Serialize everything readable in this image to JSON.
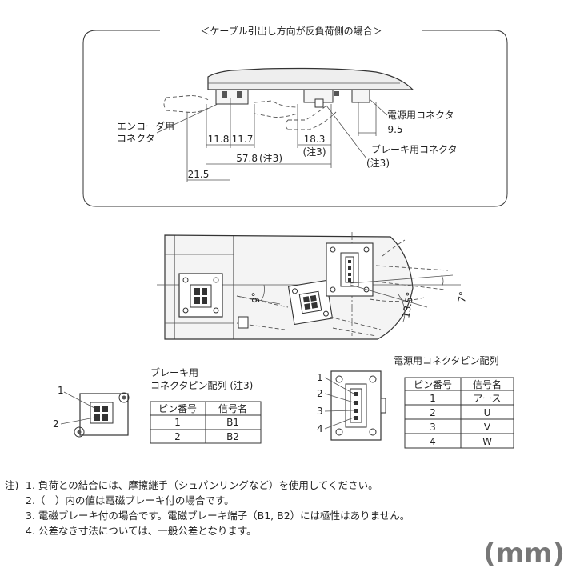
{
  "top_view": {
    "title": "＜ケーブル引出し方向が反負荷側の場合＞",
    "encoder_connector_label": [
      "エンコーダ用",
      "コネクタ"
    ],
    "power_connector_label": "電源用コネクタ",
    "brake_connector_label": "ブレーキ用コネクタ",
    "brake_note": "(注3)",
    "dim_11_8": "11.8",
    "dim_11_7": "11.7",
    "dim_18_3": "18.3",
    "dim_9_5": "9.5",
    "dim_57_8": "57.8",
    "dim_57_8_note": "(注3)",
    "dim_18_3_note": "(注3)",
    "dim_21_5": "21.5"
  },
  "front_view": {
    "angle_9": "9°",
    "angle_7": "7°",
    "dim_13_5": "13.5°"
  },
  "brake_pinout": {
    "title": [
      "ブレーキ用",
      "コネクタピン配列 (注3)"
    ],
    "callouts": [
      "1",
      "2"
    ],
    "headers": [
      "ピン番号",
      "信号名"
    ],
    "rows": [
      [
        "1",
        "B1"
      ],
      [
        "2",
        "B2"
      ]
    ]
  },
  "power_pinout": {
    "title": "電源用コネクタピン配列",
    "callouts": [
      "1",
      "2",
      "3",
      "4"
    ],
    "headers": [
      "ピン番号",
      "信号名"
    ],
    "rows": [
      [
        "1",
        "アース"
      ],
      [
        "2",
        "U"
      ],
      [
        "3",
        "V"
      ],
      [
        "4",
        "W"
      ]
    ]
  },
  "notes": {
    "prefix": "注)",
    "items": [
      "1. 負荷との結合には、摩擦継手（シュパンリングなど）を使用してください。",
      "2.（　）内の値は電磁ブレーキ付の場合です。",
      "3. 電磁ブレーキ付の場合です。電磁ブレーキ端子（B1, B2）には極性はありません。",
      "4. 公差なき寸法については、一般公差となります。"
    ]
  },
  "unit": "(mm)"
}
